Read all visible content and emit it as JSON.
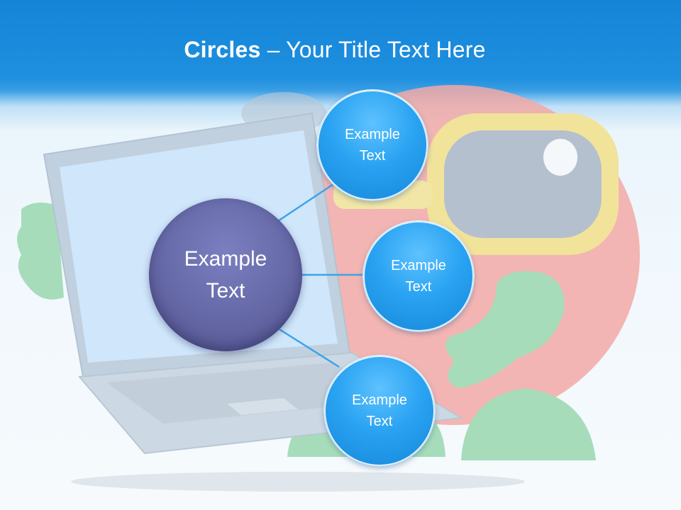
{
  "slide": {
    "title_bold": "Circles",
    "title_rest": " – Your Title Text Here"
  },
  "diagram": {
    "center": {
      "label_line1": "Example",
      "label_line2": "Text",
      "color": "#676aa8"
    },
    "nodes": [
      {
        "label_line1": "Example",
        "label_line2": "Text",
        "color": "#2aa3f2"
      },
      {
        "label_line1": "Example",
        "label_line2": "Text",
        "color": "#2aa3f2"
      },
      {
        "label_line1": "Example",
        "label_line2": "Text",
        "color": "#2aa3f2"
      }
    ],
    "connector_color": "#3aa4e8"
  },
  "colors": {
    "header": "#1485d8",
    "background": "#f2f8fd"
  }
}
